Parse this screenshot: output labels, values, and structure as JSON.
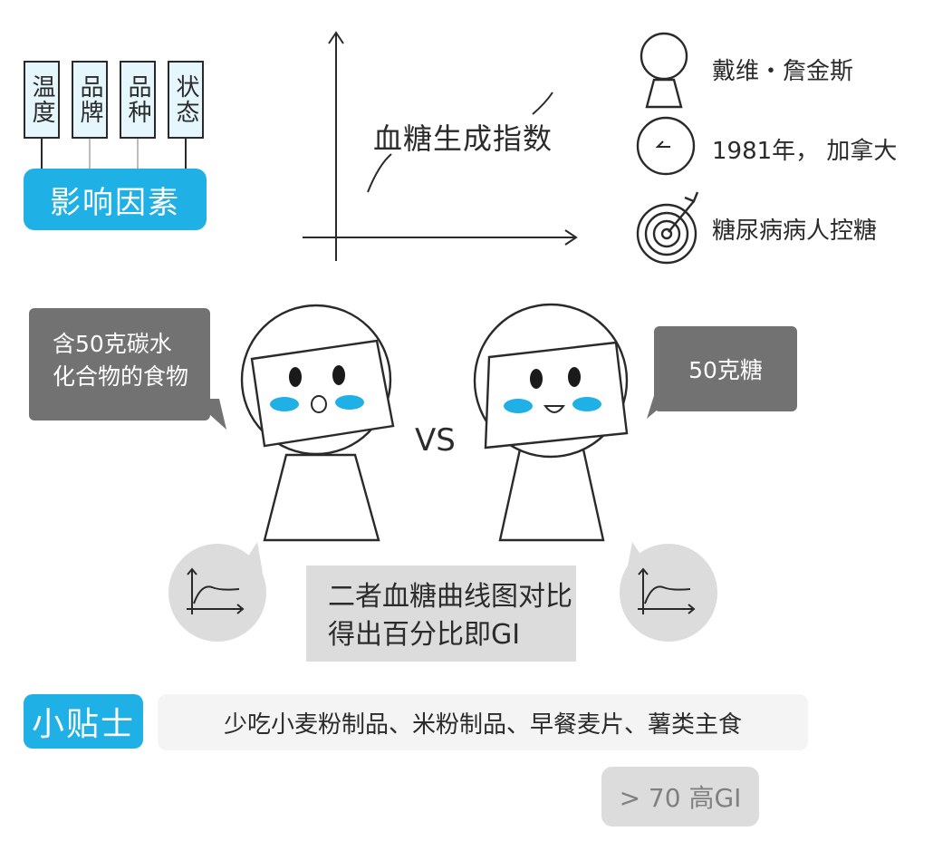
{
  "factors": {
    "items": [
      {
        "label": "温度"
      },
      {
        "label": "品牌"
      },
      {
        "label": "品种"
      },
      {
        "label": "状态"
      }
    ],
    "summary_label": "影响因素"
  },
  "axis": {
    "title": "血糖生成指数"
  },
  "info": {
    "person": "戴维・詹金斯",
    "year_place": "1981年， 加拿大",
    "purpose": "糖尿病病人控糖"
  },
  "comparison": {
    "left_speech": [
      "含50克碳水",
      "化合物的食物"
    ],
    "right_speech": "50克糖",
    "vs_label": "VS",
    "conclusion": [
      "二者血糖曲线图对比",
      "得出百分比即GI"
    ]
  },
  "tip": {
    "badge": "小贴士",
    "text": "少吃小麦粉制品、米粉制品、早餐麦片、薯类主食",
    "gi_note": "> 70 高GI"
  },
  "colors": {
    "accent_blue": "#1fb0e5",
    "factor_box_fill": "#e5f6fd",
    "cheek_blue": "#1fb0e5",
    "speech_dark": "#727272",
    "panel_gray": "#dcdcdc"
  }
}
